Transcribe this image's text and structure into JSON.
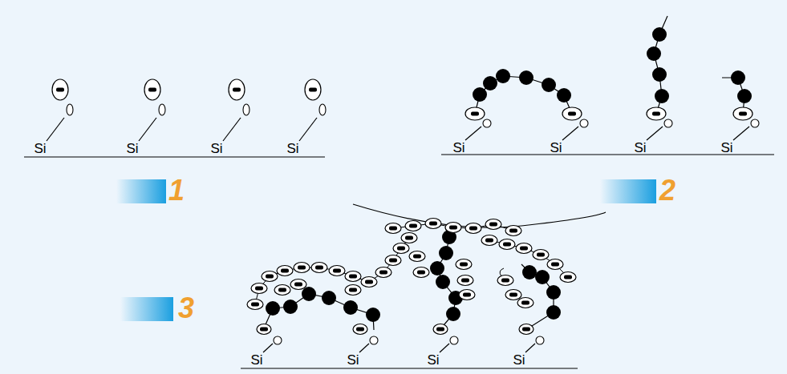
{
  "diagram": {
    "labels": [
      "Si",
      "Si",
      "Si",
      "Si",
      "Si",
      "Si",
      "Si",
      "Si",
      "Si",
      "Si",
      "Si",
      "Si",
      "1",
      "2",
      "3"
    ]
  }
}
